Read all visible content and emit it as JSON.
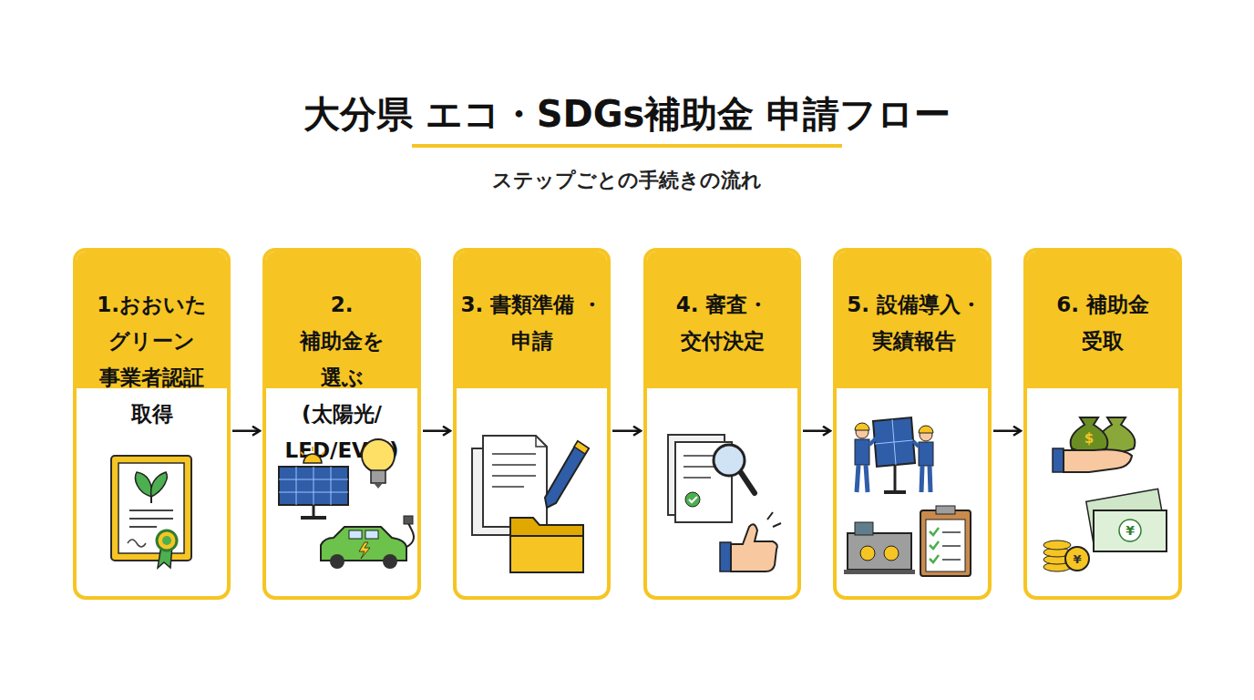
{
  "diagram": {
    "title": "大分県 エコ・SDGs補助金 申請フロー",
    "nodes": [
      {
        "text": [
          "1.おおいた グリーン 事業者認証 取得"
        ]
      },
      {
        "text": [
          "2. 補助金を 選ぶ (太陽光/ LED/EV等)"
        ]
      },
      {
        "text": [
          "3. 書類準備 ・申請"
        ]
      },
      {
        "text": [
          "4. 審査・ 交付決定"
        ]
      },
      {
        "text": [
          "5. 設備導入・ 実績報告"
        ]
      },
      {
        "text": [
          "6. 補助金 受取"
        ]
      }
    ],
    "edges": [
      {
        "from": 0,
        "to": 1,
        "arrow": "to"
      },
      {
        "from": 1,
        "to": 2,
        "arrow": "to"
      },
      {
        "from": 2,
        "to": 3,
        "arrow": "to"
      },
      {
        "from": 3,
        "to": 4,
        "arrow": "to"
      },
      {
        "from": 4,
        "to": 5,
        "arrow": "to"
      }
    ],
    "labels": [
      "ステップごとの手続きの流れ",
      "$",
      "¥",
      "¥"
    ]
  }
}
